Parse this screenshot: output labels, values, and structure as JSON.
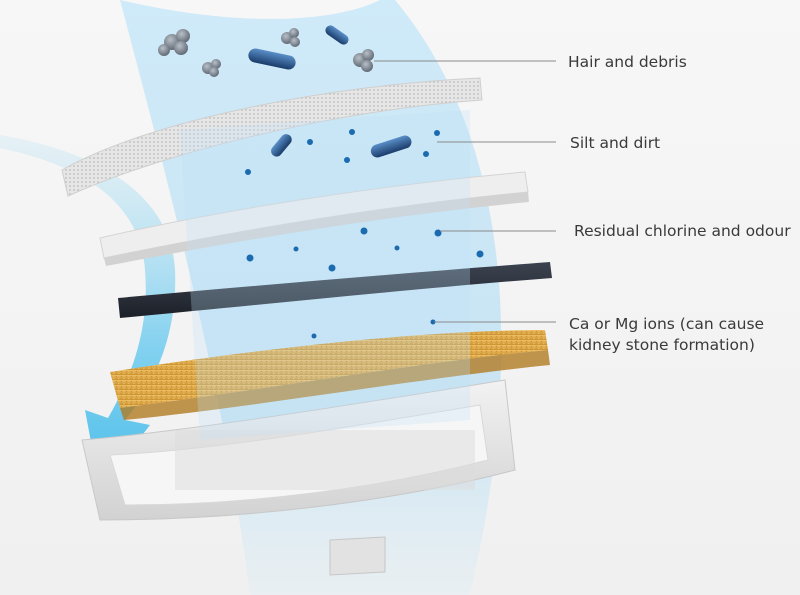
{
  "labels": [
    {
      "text": "Hair and debris"
    },
    {
      "text": "Silt and dirt"
    },
    {
      "text": "Residual chlorine and odour"
    },
    {
      "text": "Ca or Mg ions (can cause\nkidney stone formation)"
    }
  ],
  "colors": {
    "background": "#f4f4f4",
    "water_stream": "#bfe3f7",
    "arrow": "#5ec4ec",
    "mesh_layer": "#e2e2e2",
    "cotton_layer": "#ececec",
    "carbon_layer": "#2a2f38",
    "resin_layer": "#e0ad48",
    "frame": "#e6e6e6",
    "particle": "#1b6bb0",
    "leader_line": "#8a8a8a",
    "text": "#3a3a3a"
  },
  "icons": [
    "particle-cluster-icon",
    "bacteria-icon",
    "flow-arrow-icon"
  ]
}
